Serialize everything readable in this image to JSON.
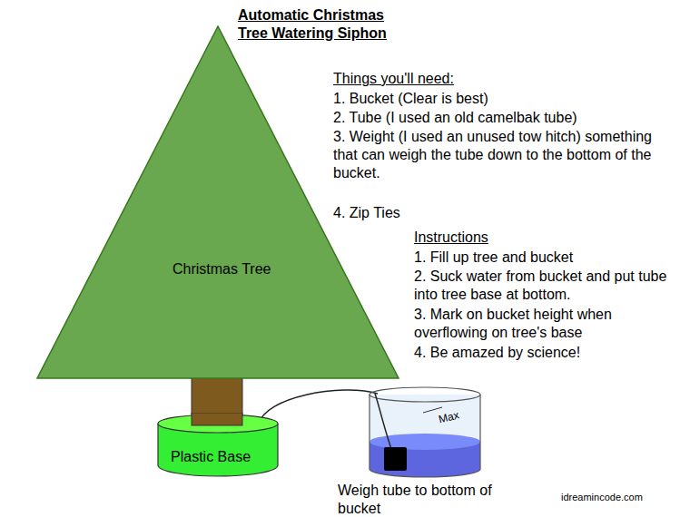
{
  "diagram": {
    "title": "Automatic Christmas Tree Watering Siphon",
    "nodes": [
      {
        "text": [
          "Christmas Tree"
        ]
      },
      {
        "text": [
          "Plastic Base"
        ]
      },
      {
        "text": [
          "Max"
        ]
      }
    ],
    "edges": [
      {
        "from": 1,
        "to": 2,
        "arrow": "none"
      }
    ],
    "labels": [
      "Things you'll need:",
      "1. Bucket (Clear is best)",
      "2. Tube (I used an old camelbak tube)",
      "3. Weight (I used an unused tow hitch) something that can weigh the tube down to the bottom of the bucket.",
      "4. Zip Ties",
      "Instructions",
      "1. Fill up tree and bucket",
      "2. Suck water from bucket and put tube into tree base at bottom.",
      "3. Mark on bucket height when overflowing on tree's base",
      "4. Be amazed by science!",
      "Weigh tube to bottom of bucket",
      "idreamincode.com"
    ]
  }
}
